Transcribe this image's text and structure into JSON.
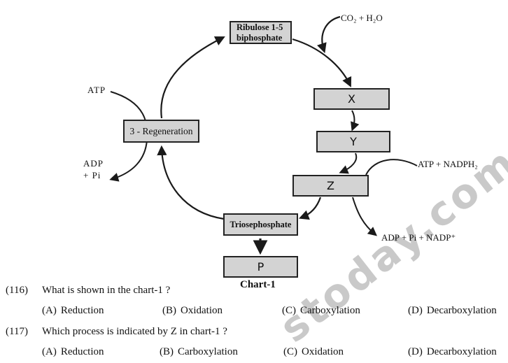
{
  "watermark": "stoday.com",
  "colors": {
    "box_fill": "#d3d3d3",
    "box_border": "#222222",
    "ink": "#111111",
    "watermark": "#c9c9c9",
    "background": "#ffffff"
  },
  "diagram": {
    "caption": "Chart-1",
    "nodes": [
      {
        "id": "ribulose",
        "label": "Ribulose 1-5\nbiphosphate"
      },
      {
        "id": "x",
        "label": "X"
      },
      {
        "id": "y",
        "label": "Y"
      },
      {
        "id": "z",
        "label": "Z"
      },
      {
        "id": "triosephosphate",
        "label": "Triosephosphate"
      },
      {
        "id": "p",
        "label": "P"
      },
      {
        "id": "regeneration",
        "label": "3 - Regeneration"
      }
    ],
    "labels": [
      {
        "id": "co2-h2o",
        "text": "CO₂ + H₂O"
      },
      {
        "id": "atp",
        "text": "ATP"
      },
      {
        "id": "adp-pi",
        "text": "ADP\n+ Pi"
      },
      {
        "id": "atp-nadph2",
        "text": "ATP + NADPH₂"
      },
      {
        "id": "adp-pi-nadp",
        "text": "ADP + Pi + NADP⁺"
      }
    ]
  },
  "questions": [
    {
      "number": "(116)",
      "text": "What is shown in the chart-1 ?",
      "options": [
        {
          "label": "(A)",
          "text": "Reduction"
        },
        {
          "label": "(B)",
          "text": "Oxidation"
        },
        {
          "label": "(C)",
          "text": "Carboxylation"
        },
        {
          "label": "(D)",
          "text": "Decarboxylation"
        }
      ]
    },
    {
      "number": "(117)",
      "text": "Which process is indicated by Z in chart-1 ?",
      "options": [
        {
          "label": "(A)",
          "text": "Reduction"
        },
        {
          "label": "(B)",
          "text": "Carboxylation"
        },
        {
          "label": "(C)",
          "text": "Oxidation"
        },
        {
          "label": "(D)",
          "text": "Decarboxylation"
        }
      ]
    }
  ]
}
